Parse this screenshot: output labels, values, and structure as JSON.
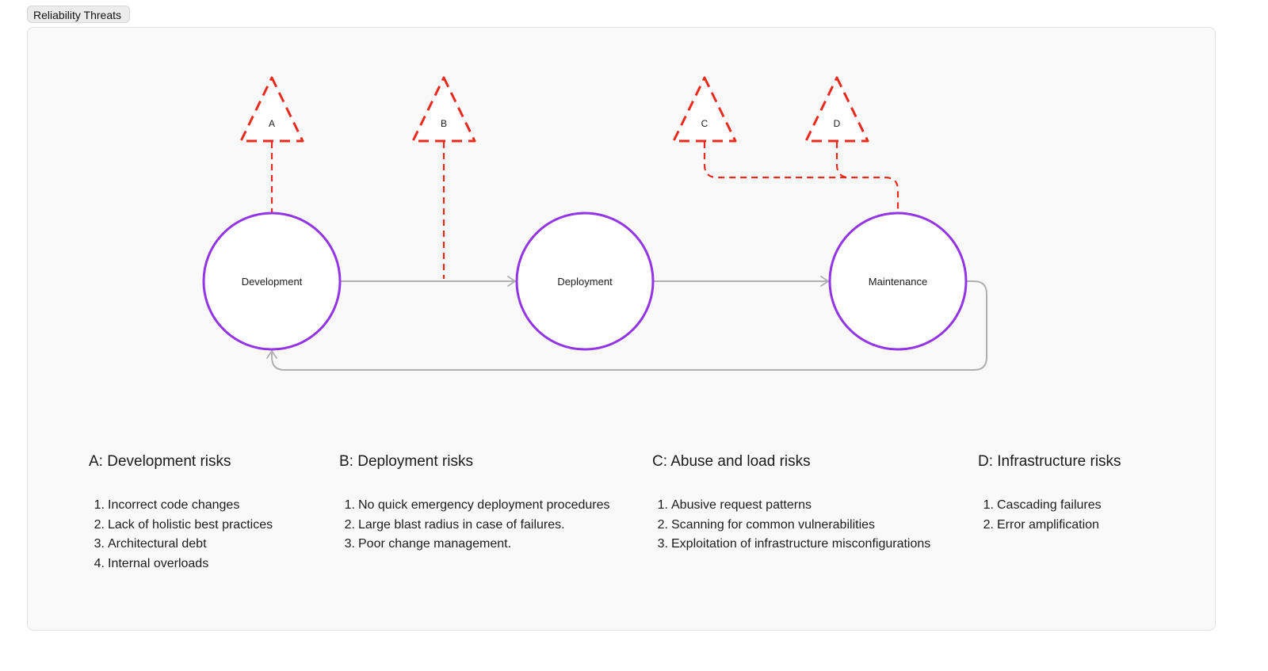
{
  "frame_title": "Reliability Threats",
  "stages": [
    {
      "id": "development",
      "label": "Development"
    },
    {
      "id": "deployment",
      "label": "Deployment"
    },
    {
      "id": "maintenance",
      "label": "Maintenance"
    }
  ],
  "threats": [
    {
      "id": "a",
      "label": "A"
    },
    {
      "id": "b",
      "label": "B"
    },
    {
      "id": "c",
      "label": "C"
    },
    {
      "id": "d",
      "label": "D"
    }
  ],
  "colors": {
    "stage_stroke": "#9334e6",
    "threat_stroke": "#ea2a1c",
    "connector": "#b0b0b0"
  },
  "risk_groups": [
    {
      "title": "A: Development risks",
      "items": [
        {
          "n": "1.",
          "text": "Incorrect code changes"
        },
        {
          "n": "2.",
          "text": "Lack of holistic best practices"
        },
        {
          "n": "3.",
          "text": "Architectural debt"
        },
        {
          "n": "4.",
          "text": "Internal overloads"
        }
      ]
    },
    {
      "title": "B: Deployment risks",
      "items": [
        {
          "n": "1.",
          "text": "No quick emergency deployment procedures"
        },
        {
          "n": "2.",
          "text": "Large blast radius in case of failures."
        },
        {
          "n": "3.",
          "text": "Poor change management."
        }
      ]
    },
    {
      "title": "C: Abuse and load risks",
      "items": [
        {
          "n": "1.",
          "text": "Abusive request patterns"
        },
        {
          "n": "2.",
          "text": "Scanning for common vulnerabilities"
        },
        {
          "n": "3.",
          "text": "Exploitation of infrastructure misconfigurations"
        }
      ]
    },
    {
      "title": "D: Infrastructure risks",
      "items": [
        {
          "n": "1.",
          "text": "Cascading failures"
        },
        {
          "n": "2.",
          "text": "Error amplification"
        }
      ]
    }
  ]
}
